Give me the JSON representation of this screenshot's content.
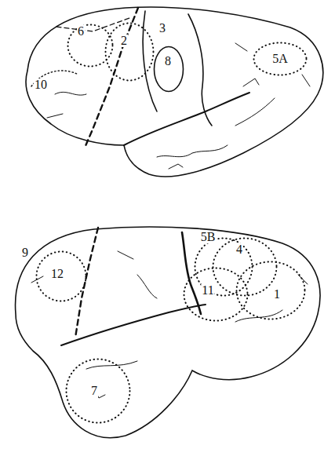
{
  "diagram": {
    "nodes": [
      {
        "text": [
          "6"
        ]
      },
      {
        "text": [
          "2"
        ]
      },
      {
        "text": [
          "8"
        ]
      },
      {
        "text": [
          "5A"
        ]
      },
      {
        "text": [
          "5B"
        ]
      },
      {
        "text": [
          "4"
        ]
      },
      {
        "text": [
          "12"
        ]
      },
      {
        "text": [
          "11"
        ]
      },
      {
        "text": [
          "1"
        ]
      },
      {
        "text": [
          "7"
        ]
      }
    ],
    "labels": [
      "3",
      "10",
      "9"
    ]
  }
}
